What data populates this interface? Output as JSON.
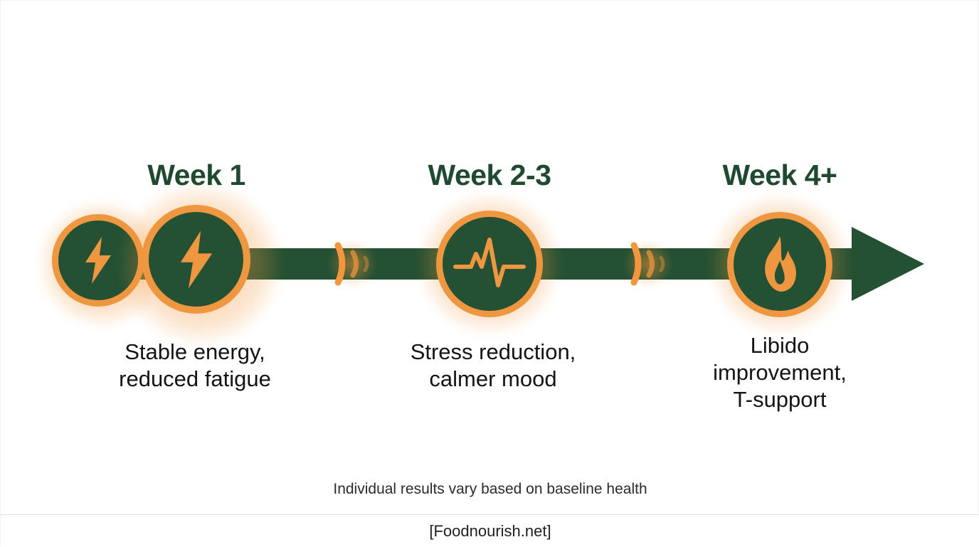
{
  "theme": {
    "green": "#245133",
    "green_dark_text": "#1f4a30",
    "orange": "#ef9640",
    "background": "#ffffff",
    "caption_text": "#141414"
  },
  "timeline": {
    "title_style": "week-heading",
    "stages": [
      {
        "id": "stage-1",
        "week_label": "Week 1",
        "caption": "Stable energy,\nreduced fatigue",
        "icon": "lightning-bolt-icon"
      },
      {
        "id": "stage-2",
        "week_label": "Week 2-3",
        "caption": "Stress reduction,\ncalmer mood",
        "icon": "heartbeat-pulse-icon"
      },
      {
        "id": "stage-3",
        "week_label": "Week 4+",
        "caption": "Libido\nimprovement,\nT-support",
        "icon": "flame-icon"
      }
    ],
    "ghost_node_icon": "lightning-bolt-icon",
    "connector_icon": "progress-ripple-icon",
    "arrow_icon": "arrow-right-icon"
  },
  "disclaimer": "Individual results vary based on baseline health",
  "footer": {
    "attribution": "[Foodnourish.net]"
  }
}
